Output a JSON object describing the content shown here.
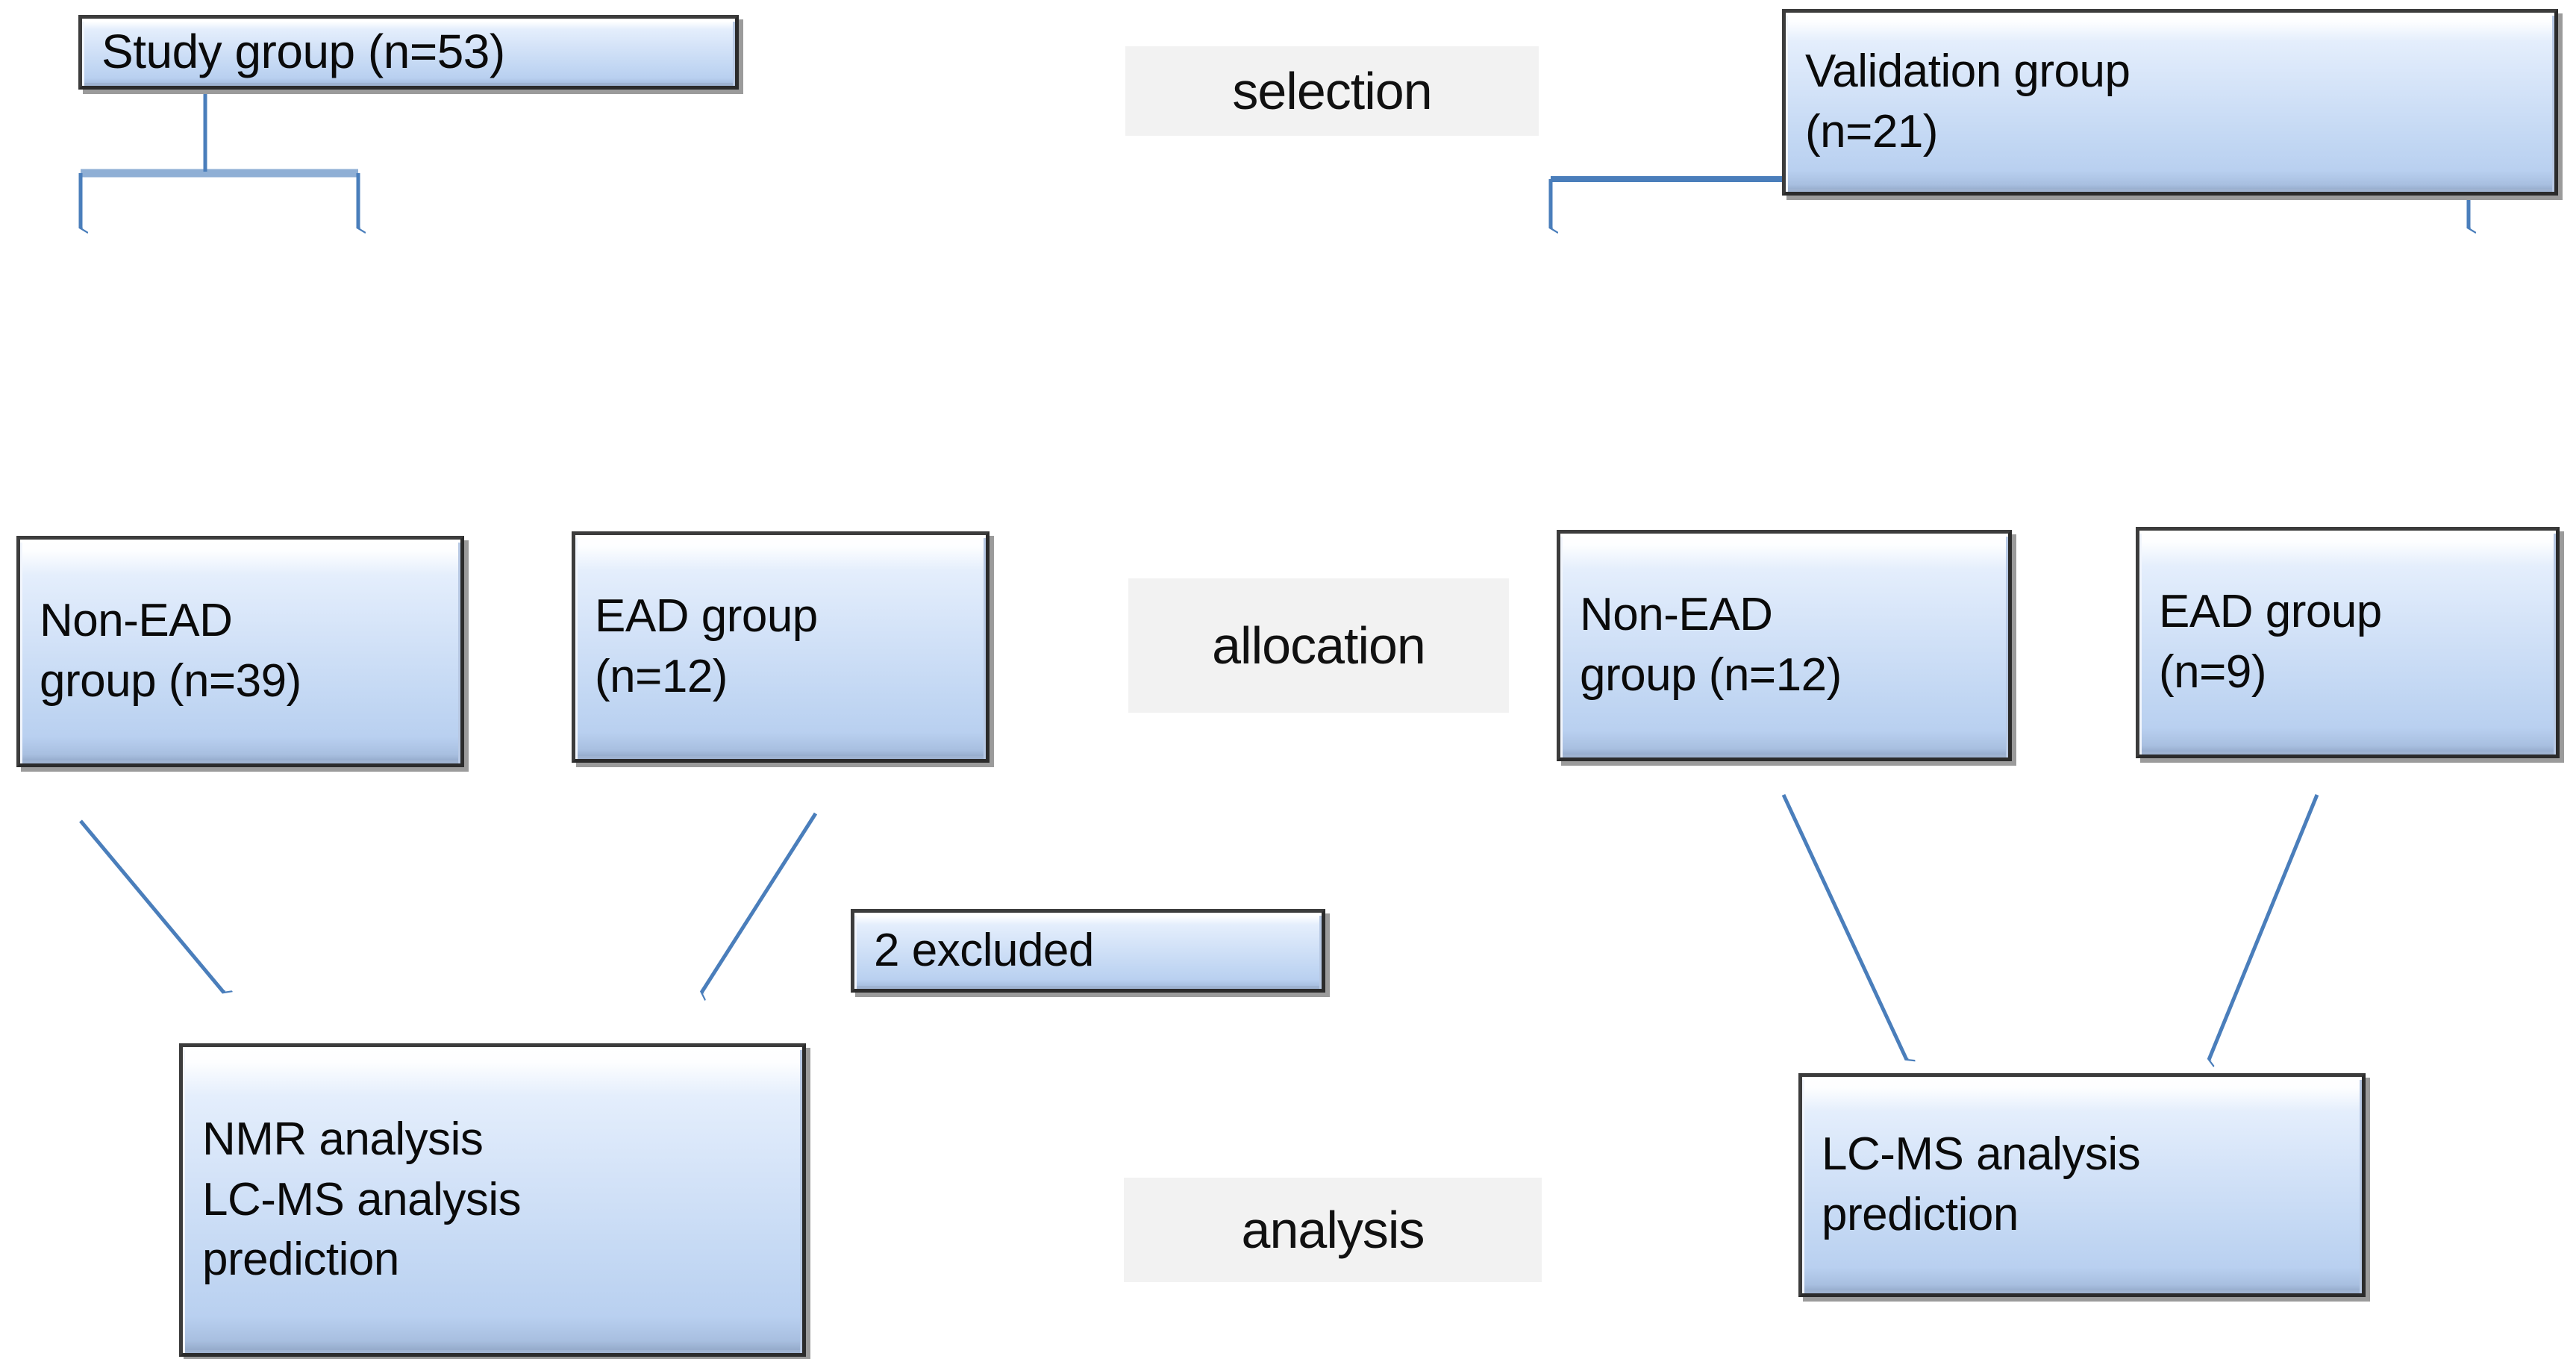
{
  "diagram": {
    "title": "Study and validation group flow diagram",
    "accent_color": "#4a7ebb",
    "box_border_color": "#3c3c3c",
    "box_fill_top": "#ffffff",
    "box_fill_bottom": "#b9d0f0",
    "stage_label_bg": "#f2f2f2",
    "background": "#ffffff"
  },
  "stages": [
    {
      "id": "selection",
      "label": "selection"
    },
    {
      "id": "allocation",
      "label": "allocation"
    },
    {
      "id": "analysis",
      "label": "analysis"
    }
  ],
  "boxes": {
    "study_group": {
      "line1": "Study group (n=53)"
    },
    "validation_group": {
      "line1": "Validation group",
      "line2": "(n=21)"
    },
    "study_non_ead": {
      "line1": "Non-EAD",
      "line2": "group (n=39)"
    },
    "study_ead": {
      "line1": "EAD group",
      "line2": "(n=12)"
    },
    "validation_non_ead": {
      "line1": "Non-EAD",
      "line2": "group (n=12)"
    },
    "validation_ead": {
      "line1": "EAD group",
      "line2": "(n=9)"
    },
    "excluded": {
      "line1": "2 excluded"
    },
    "study_analysis": {
      "line1": "NMR analysis",
      "line2": "LC-MS analysis",
      "line3": "prediction"
    },
    "validation_analysis": {
      "line1": "LC-MS analysis",
      "line2": "prediction"
    }
  },
  "connectors": [
    {
      "id": "study-split",
      "from": "study_group",
      "to": [
        "study_non_ead",
        "study_ead"
      ],
      "kind": "split-arrow"
    },
    {
      "id": "validation-split",
      "from": "validation_group",
      "to": [
        "validation_non_ead",
        "validation_ead"
      ],
      "kind": "split-arrow"
    },
    {
      "id": "study-nonead-to-analysis",
      "from": "study_non_ead",
      "to": [
        "study_analysis"
      ],
      "kind": "diagonal-arrow"
    },
    {
      "id": "study-ead-to-analysis",
      "from": "study_ead",
      "to": [
        "study_analysis"
      ],
      "kind": "diagonal-arrow"
    },
    {
      "id": "val-nonead-to-analysis",
      "from": "validation_non_ead",
      "to": [
        "validation_analysis"
      ],
      "kind": "diagonal-arrow"
    },
    {
      "id": "val-ead-to-analysis",
      "from": "validation_ead",
      "to": [
        "validation_analysis"
      ],
      "kind": "diagonal-arrow"
    }
  ]
}
